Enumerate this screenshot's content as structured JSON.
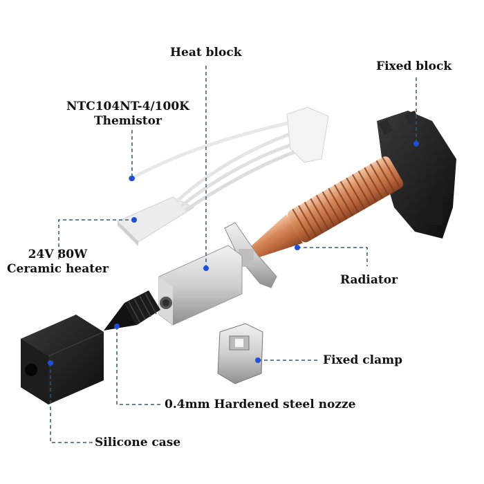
{
  "diagram": {
    "title": "Hotend exploded view",
    "accent_color": "#1f4fd6",
    "leader_color": "#2f5a7a",
    "labels": {
      "heat_block": "Heat block",
      "fixed_block": "Fixed block",
      "thermistor_line1": "NTC104NT-4/100K",
      "thermistor_line2": "Themistor",
      "heater_line1": "24V 80W",
      "heater_line2": "Ceramic heater",
      "radiator": "Radiator",
      "fixed_clamp": "Fixed clamp",
      "nozzle": "0.4mm Hardened steel nozze",
      "silicone_case": "Silicone case"
    }
  }
}
